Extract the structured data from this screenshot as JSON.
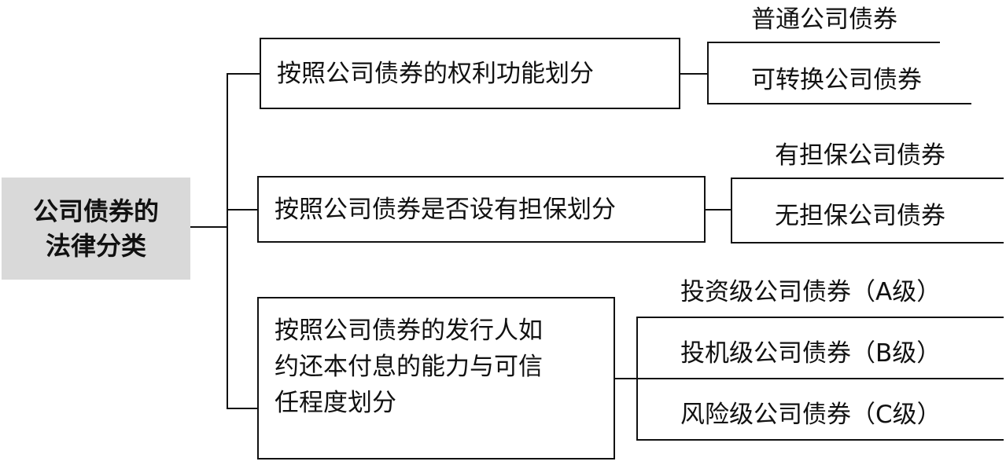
{
  "root": {
    "line1": "公司债券的",
    "line2": "法律分类"
  },
  "categories": [
    {
      "label": "按照公司债券的权利功能划分",
      "items": [
        "普通公司债券",
        "可转换公司债券"
      ]
    },
    {
      "label": "按照公司债券是否设有担保划分",
      "items": [
        "有担保公司债券",
        "无担保公司债券"
      ]
    },
    {
      "label_lines": [
        "按照公司债券的发行人如",
        "约还本付息的能力与可信",
        "任程度划分"
      ],
      "items": [
        "投资级公司债券（A级）",
        "投机级公司债券（B级）",
        "风险级公司债券（C级）"
      ]
    }
  ],
  "colors": {
    "root_fill": "#d9d9d9",
    "line": "#111111"
  }
}
